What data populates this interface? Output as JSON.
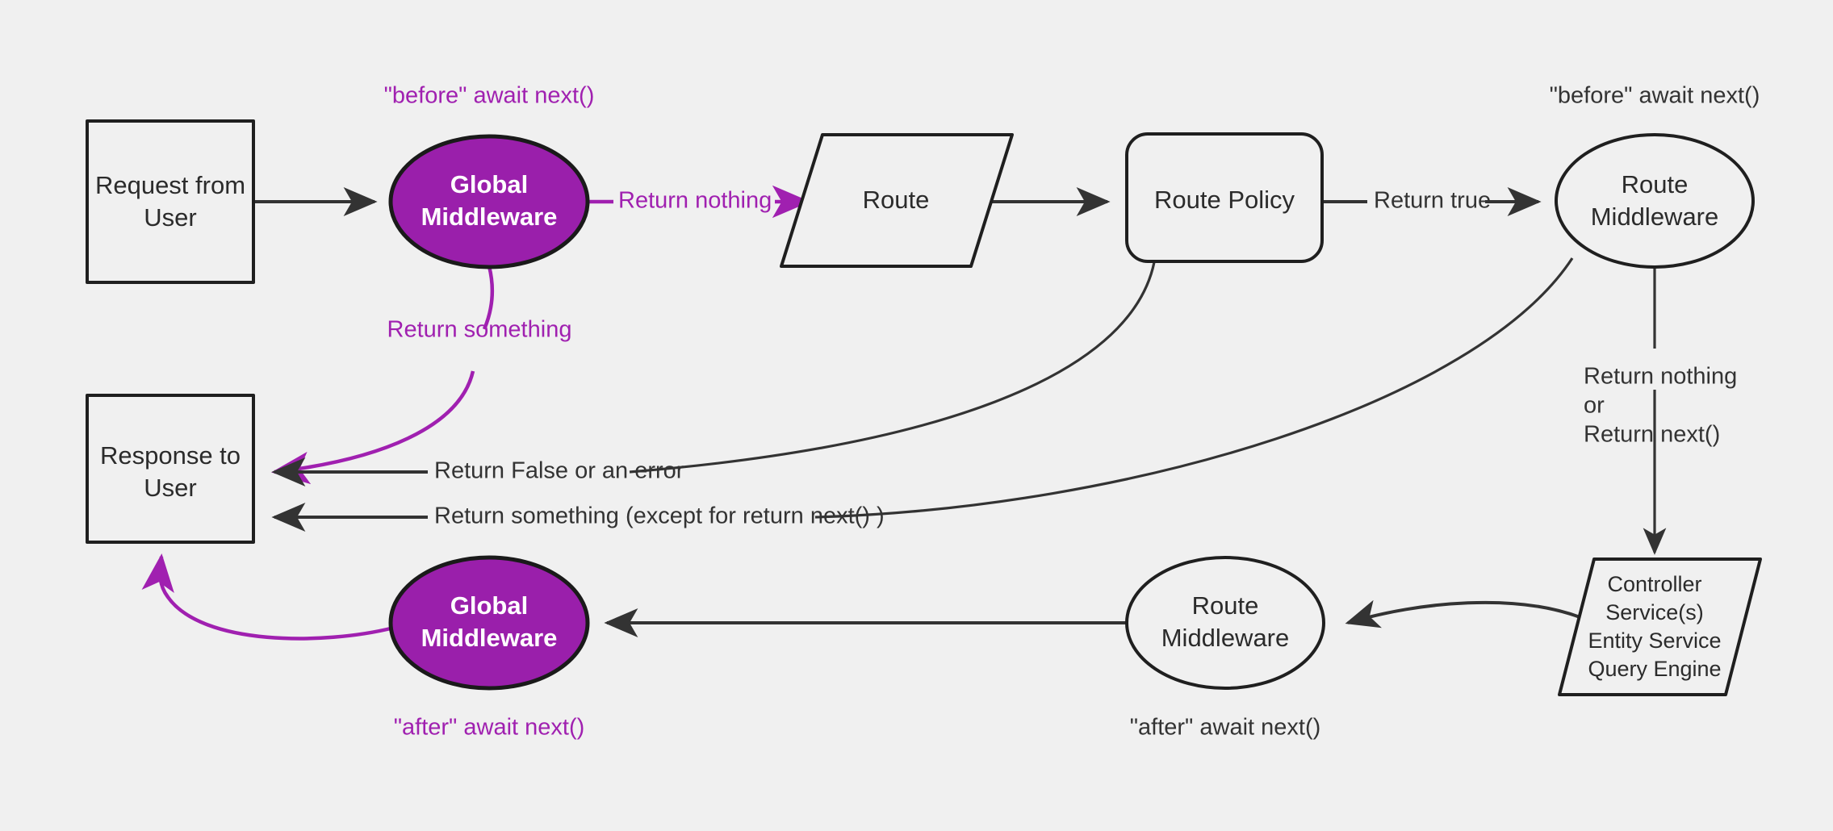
{
  "diagram": {
    "title": "Strapi middleware request lifecycle",
    "background_color": "#f0f0f0",
    "accent_color": "#a020b0",
    "line_color": "#333333"
  },
  "nodes": {
    "request_from_user": {
      "line1": "Request from",
      "line2": "User",
      "shape": "rectangle"
    },
    "global_middleware_before": {
      "line1": "Global",
      "line2": "Middleware",
      "shape": "ellipse",
      "fill": "#9a1fab"
    },
    "route": {
      "line1": "Route",
      "shape": "parallelogram"
    },
    "route_policy": {
      "line1": "Route Policy",
      "shape": "rounded-rectangle"
    },
    "route_middleware_before": {
      "line1": "Route",
      "line2": "Middleware",
      "shape": "ellipse"
    },
    "controller_stack": {
      "line1": "Controller",
      "line2": "Service(s)",
      "line3": "Entity Service",
      "line4": "Query Engine",
      "shape": "parallelogram"
    },
    "route_middleware_after": {
      "line1": "Route",
      "line2": "Middleware",
      "shape": "ellipse"
    },
    "global_middleware_after": {
      "line1": "Global",
      "line2": "Middleware",
      "shape": "ellipse",
      "fill": "#9a1fab"
    },
    "response_to_user": {
      "line1": "Response to",
      "line2": "User",
      "shape": "rectangle"
    }
  },
  "annotations": {
    "before_global": "\"before\" await next()",
    "before_route": "\"before\" await next()",
    "after_global": "\"after\" await next()",
    "after_route": "\"after\" await next()"
  },
  "edge_labels": {
    "return_nothing": "Return nothing",
    "return_something": "Return something",
    "return_true": "Return true",
    "return_false_or_error": "Return False or an error",
    "return_something_except": "Return something (except for return next() )",
    "return_nothing_or_next_l1": "Return nothing",
    "return_nothing_or_next_l2": "or",
    "return_nothing_or_next_l3": "Return next()"
  }
}
